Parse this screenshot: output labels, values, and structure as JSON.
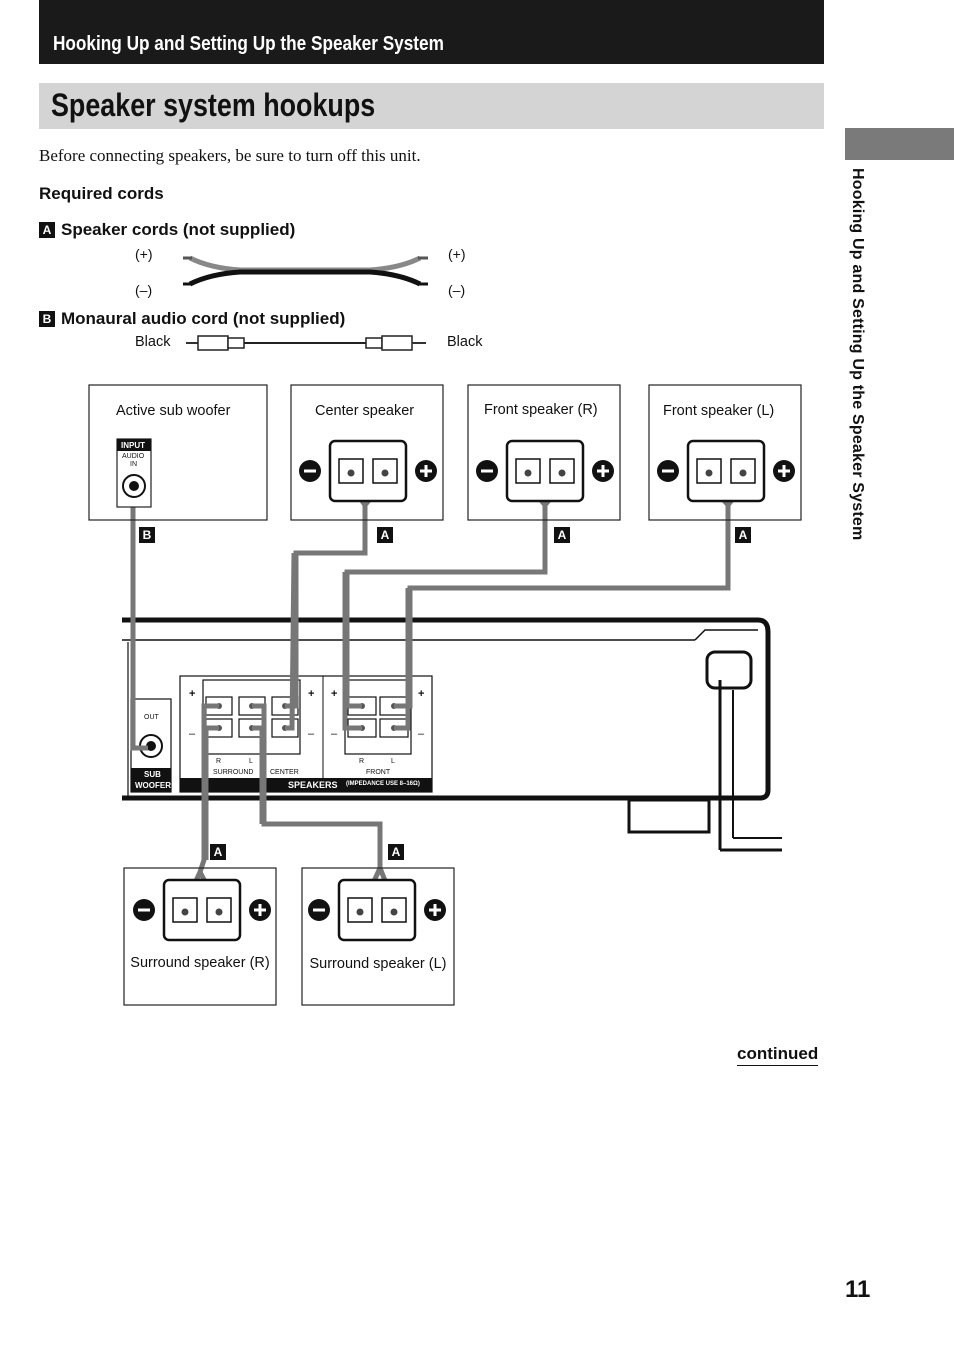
{
  "header": {
    "section_title": "Hooking Up and Setting Up the Speaker System",
    "page_title": "Speaker system hookups",
    "side_tab_text": "Hooking Up and Setting Up the Speaker System"
  },
  "intro_text": "Before connecting speakers, be sure to turn off this unit.",
  "required_cords": {
    "heading": "Required cords",
    "cord_a": {
      "badge": "A",
      "label": "Speaker cords (not supplied)",
      "left_plus": "(+)",
      "left_minus": "(–)",
      "right_plus": "(+)",
      "right_minus": "(–)"
    },
    "cord_b": {
      "badge": "B",
      "label": "Monaural audio cord (not supplied)",
      "left": "Black",
      "right": "Black"
    }
  },
  "diagram": {
    "speakers": {
      "sub_woofer": "Active sub woofer",
      "center": "Center speaker",
      "front_r": "Front speaker (R)",
      "front_l": "Front speaker (L)",
      "surround_r": "Surround speaker (R)",
      "surround_l": "Surround speaker (L)"
    },
    "sub_input": {
      "input": "INPUT",
      "audio": "AUDIO",
      "in": "IN"
    },
    "unit": {
      "out": "OUT",
      "sub_woofer_1": "SUB",
      "sub_woofer_2": "WOOFER",
      "plus": "+",
      "minus": "–",
      "r": "R",
      "l": "L",
      "surround": "SURROUND",
      "center": "CENTER",
      "front": "FRONT",
      "speakers": "SPEAKERS",
      "impedance": "(IMPEDANCE USE 8–16Ω)"
    },
    "badge_a": "A",
    "badge_b": "B"
  },
  "footer": {
    "continued": "continued",
    "page_number": "11"
  }
}
